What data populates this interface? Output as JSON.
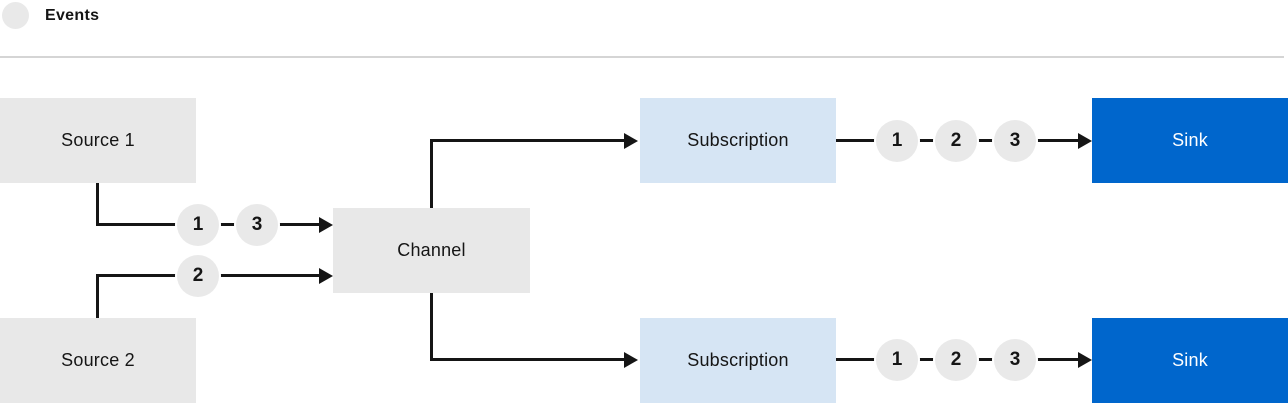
{
  "legend": {
    "label": "Events",
    "icon": "event-circle-icon"
  },
  "nodes": {
    "source1": "Source 1",
    "source2": "Source 2",
    "channel": "Channel",
    "subscription_top": "Subscription",
    "subscription_bottom": "Subscription",
    "sink_top": "Sink",
    "sink_bottom": "Sink"
  },
  "markers": {
    "source1_to_channel": [
      "1",
      "3"
    ],
    "source2_to_channel": [
      "2"
    ],
    "subscription_top_to_sink": [
      "1",
      "2",
      "3"
    ],
    "subscription_bottom_to_sink": [
      "1",
      "2",
      "3"
    ]
  },
  "colors": {
    "node_gray": "#e8e8e8",
    "subscription_blue": "#d6e5f4",
    "sink_blue": "#0066cc",
    "sink_text": "#ffffff",
    "event_circle": "#e9e9e9",
    "line": "#151515",
    "text": "#151515",
    "divider": "#d5d5d5",
    "background": "#ffffff"
  }
}
